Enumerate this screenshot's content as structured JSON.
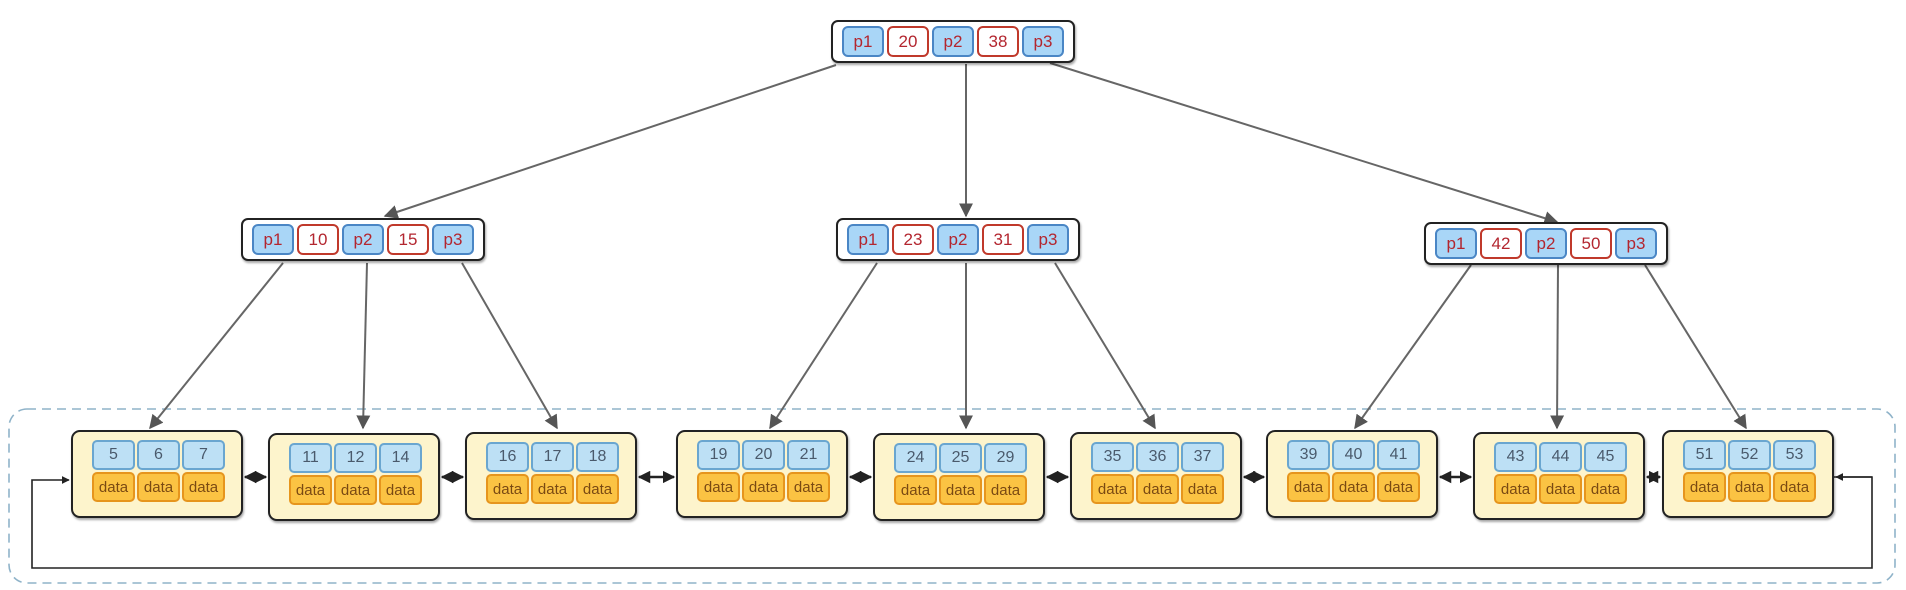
{
  "root": {
    "cells": [
      {
        "kind": "ptr",
        "text": "p1"
      },
      {
        "kind": "key",
        "text": "20"
      },
      {
        "kind": "ptr",
        "text": "p2"
      },
      {
        "kind": "key",
        "text": "38"
      },
      {
        "kind": "ptr",
        "text": "p3"
      }
    ]
  },
  "internal_nodes": [
    {
      "cells": [
        {
          "kind": "ptr",
          "text": "p1"
        },
        {
          "kind": "key",
          "text": "10"
        },
        {
          "kind": "ptr",
          "text": "p2"
        },
        {
          "kind": "key",
          "text": "15"
        },
        {
          "kind": "ptr",
          "text": "p3"
        }
      ]
    },
    {
      "cells": [
        {
          "kind": "ptr",
          "text": "p1"
        },
        {
          "kind": "key",
          "text": "23"
        },
        {
          "kind": "ptr",
          "text": "p2"
        },
        {
          "kind": "key",
          "text": "31"
        },
        {
          "kind": "ptr",
          "text": "p3"
        }
      ]
    },
    {
      "cells": [
        {
          "kind": "ptr",
          "text": "p1"
        },
        {
          "kind": "key",
          "text": "42"
        },
        {
          "kind": "ptr",
          "text": "p2"
        },
        {
          "kind": "key",
          "text": "50"
        },
        {
          "kind": "ptr",
          "text": "p3"
        }
      ]
    }
  ],
  "leaves": [
    {
      "keys": [
        "5",
        "6",
        "7"
      ],
      "data": [
        "data",
        "data",
        "data"
      ]
    },
    {
      "keys": [
        "11",
        "12",
        "14"
      ],
      "data": [
        "data",
        "data",
        "data"
      ]
    },
    {
      "keys": [
        "16",
        "17",
        "18"
      ],
      "data": [
        "data",
        "data",
        "data"
      ]
    },
    {
      "keys": [
        "19",
        "20",
        "21"
      ],
      "data": [
        "data",
        "data",
        "data"
      ]
    },
    {
      "keys": [
        "24",
        "25",
        "29"
      ],
      "data": [
        "data",
        "data",
        "data"
      ]
    },
    {
      "keys": [
        "35",
        "36",
        "37"
      ],
      "data": [
        "data",
        "data",
        "data"
      ]
    },
    {
      "keys": [
        "39",
        "40",
        "41"
      ],
      "data": [
        "data",
        "data",
        "data"
      ]
    },
    {
      "keys": [
        "43",
        "44",
        "45"
      ],
      "data": [
        "data",
        "data",
        "data"
      ]
    },
    {
      "keys": [
        "51",
        "52",
        "53"
      ],
      "data": [
        "data",
        "data",
        "data"
      ]
    }
  ],
  "colors": {
    "pointer_fill": "#a9d6f7",
    "key_border": "#c0392b",
    "leaf_fill": "#fdf4cc",
    "leaf_key_fill": "#bde0f5",
    "data_fill": "#fbc343",
    "edge": "#666666",
    "dashed_group": "#8fb3c9"
  }
}
